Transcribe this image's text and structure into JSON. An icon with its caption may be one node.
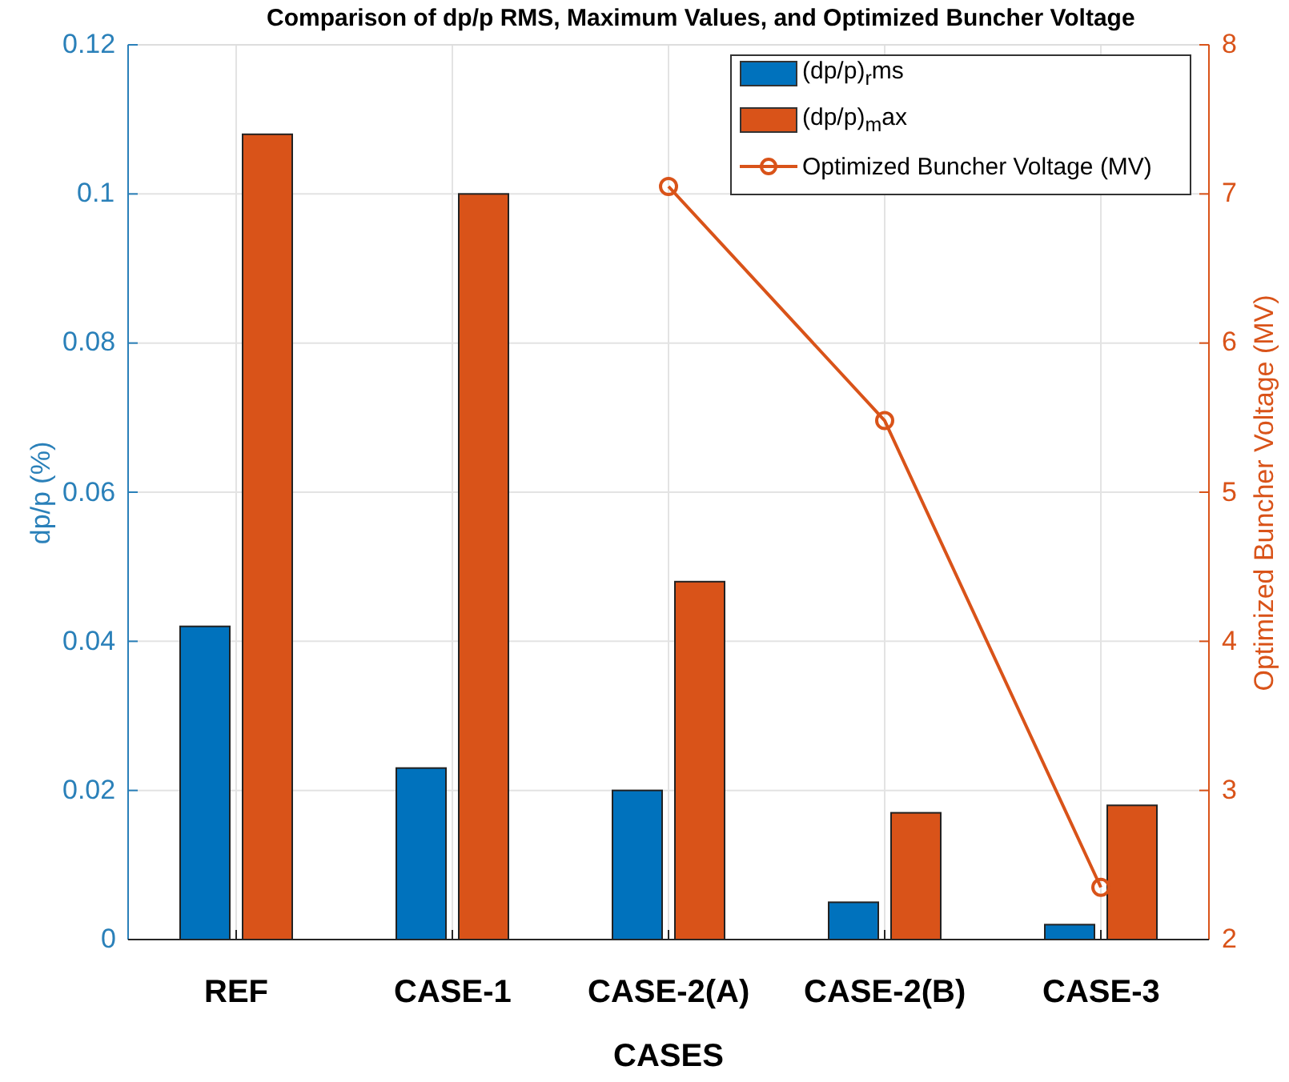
{
  "diagram": {
    "title": "Comparison of dp/p RMS, Maximum Values, and Optimized Buncher Voltage",
    "chart_data": {
      "type": "bar",
      "xlabel": "CASES",
      "ylabel": "dp/p (%)",
      "y2label": "Optimized Buncher Voltage (MV)",
      "categories": [
        "REF",
        "CASE-1",
        "CASE-2(A)",
        "CASE-2(B)",
        "CASE-3"
      ],
      "series": [
        {
          "name": "(dp/p)$_{r}$ms",
          "color": "#0072bd",
          "values": [
            0.042,
            0.023,
            0.02,
            0.005,
            0.002
          ]
        },
        {
          "name": "(dp/p)$_{m}$ax",
          "color": "#d95319",
          "values": [
            0.108,
            0.1,
            0.048,
            0.017,
            0.018
          ]
        },
        {
          "name": "Optimized Buncher Voltage (MV)",
          "color": "#d95319",
          "type": "line",
          "axis": "y2",
          "marker": "o",
          "values": [
            null,
            null,
            7.05,
            5.48,
            2.35
          ]
        }
      ],
      "ylim": [
        0,
        0.12
      ],
      "yticks": [
        {
          "value": 0,
          "label": "0"
        },
        {
          "value": 0.02,
          "label": "0.02"
        },
        {
          "value": 0.04,
          "label": "0.04"
        },
        {
          "value": 0.06,
          "label": "0.06"
        },
        {
          "value": 0.08,
          "label": "0.08"
        },
        {
          "value": 0.1,
          "label": "0.1"
        },
        {
          "value": 0.12,
          "label": "0.12"
        }
      ],
      "grid": true,
      "legend": true,
      "y2lim": [
        2,
        8
      ],
      "y2ticks": [
        2,
        3,
        4,
        5,
        6,
        7,
        8
      ]
    }
  }
}
